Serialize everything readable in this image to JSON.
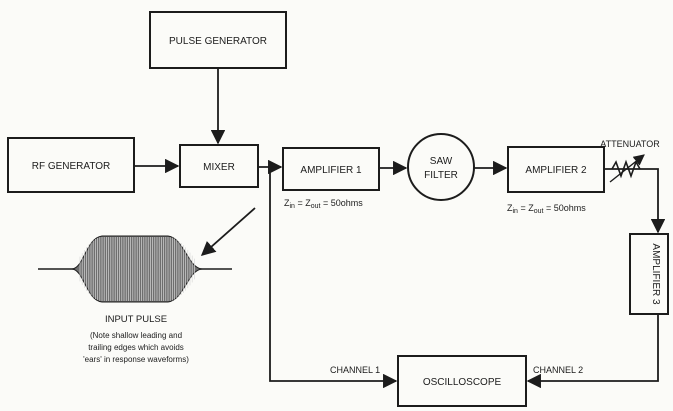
{
  "blocks": {
    "pulse_generator": "PULSE GENERATOR",
    "rf_generator": "RF GENERATOR",
    "mixer": "MIXER",
    "amplifier_1": "AMPLIFIER 1",
    "saw_filter_line1": "SAW",
    "saw_filter_line2": "FILTER",
    "amplifier_2": "AMPLIFIER 2",
    "amplifier_3": "AMPLIFIER 3",
    "oscilloscope": "OSCILLOSCOPE"
  },
  "labels": {
    "attenuator": "ATTENUATOR",
    "channel_1": "CHANNEL 1",
    "channel_2": "CHANNEL 2",
    "impedance_1": {
      "z": "Z",
      "in": "in",
      "eq1": " = Z",
      "out": "out",
      "rest": " = 50ohms"
    },
    "impedance_2": {
      "z": "Z",
      "in": "in",
      "eq1": " = Z",
      "out": "out",
      "rest": " = 50ohms"
    }
  },
  "input_pulse": {
    "title": "INPUT PULSE",
    "note_line1": "(Note shallow leading and",
    "note_line2": "trailing edges which avoids",
    "note_line3": "'ears' in response waveforms)"
  }
}
